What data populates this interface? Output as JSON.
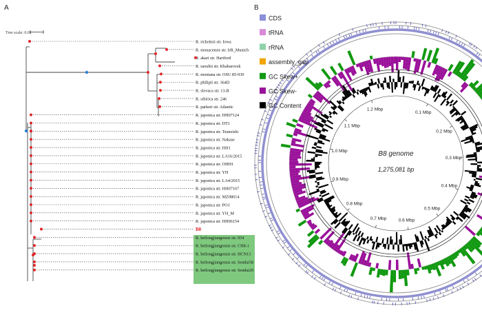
{
  "panels": {
    "a_label": "A",
    "b_label": "B"
  },
  "tree": {
    "scale_label": "Tree scale: 0.01",
    "taxa": [
      "R. rickettsii str. Iowa",
      "R. monacensis str. IrR_Munich",
      "R. akari str. Hartford",
      "R. raoultii str. Khabarovsk",
      "R. montana str. OSU 85-930",
      "R. philipii str. 364D",
      "R. slovaca str. 13-B",
      "R. sibirica str. 246",
      "R. parkeri str. Atlantic",
      "R. japonica str. HH07124",
      "R. japonica str. DT1",
      "R. japonica str. Tsuneishi",
      "R. japonica str. Nakase",
      "R. japonica str. HH1",
      "R. japonica str. LA16/2015",
      "R. japonica str. OHH1",
      "R. japonica str. YH",
      "R. japonica str. LA4/2015",
      "R. japonica str. HH07167",
      "R. japonica str. MZ08014",
      "R. japonica str. PO1",
      "R. japonica str. YH_M",
      "R. japonica str. HH06154",
      "B8",
      "R. heilongjiangensis str. 054",
      "R. heilongjiangensis str. CH8-1",
      "R. heilongjiangensis str. HCN13",
      "R. heilongjiangensis str. Sendai58",
      "R. heilongjiangensis str. Sendai29"
    ]
  },
  "genome": {
    "title": "B8 genome",
    "size": "1,275,081 bp",
    "ticks": [
      "0.1 Mbp",
      "0.2 Mbp",
      "0.3 Mbp",
      "0.4 Mbp",
      "0.5 Mbp",
      "0.6 Mbp",
      "0.7 Mbp",
      "0.8 Mbp",
      "0.9 Mbp",
      "1.0 Mbp",
      "1.1 Mbp",
      "1.2 Mbp"
    ],
    "legend": [
      {
        "label": "CDS",
        "color": "#8a8fd8"
      },
      {
        "label": "tRNA",
        "color": "#d889d8"
      },
      {
        "label": "rRNA",
        "color": "#8ed3a8"
      },
      {
        "label": "assembly_gap",
        "color": "#f0a500"
      },
      {
        "label": "GC Skew+",
        "color": "#119911"
      },
      {
        "label": "GC Skew-",
        "color": "#9a119a"
      },
      {
        "label": "GC Content",
        "color": "#000000"
      }
    ]
  },
  "colors": {
    "tree_line": "#444444",
    "node_red": "#e0262a",
    "node_blue": "#2f7fd8",
    "highlight_green": "#7fc97f",
    "b8_label": "#e0262a"
  }
}
